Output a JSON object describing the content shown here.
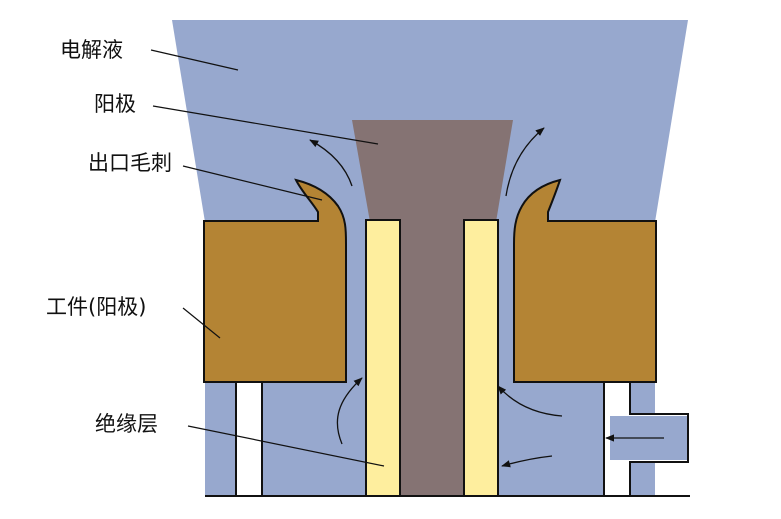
{
  "labels": {
    "electrolyte": "电解液",
    "anode": "阳极",
    "exit_burr": "出口毛刺",
    "workpiece": "工件(阳极)",
    "insulation": "绝缘层"
  },
  "colors": {
    "electrolyte": "#97A8CE",
    "tool": "#857373",
    "workpiece": "#B48434",
    "insulation": "#FEEE9E",
    "outline": "#111111",
    "background": "#FFFFFF"
  }
}
